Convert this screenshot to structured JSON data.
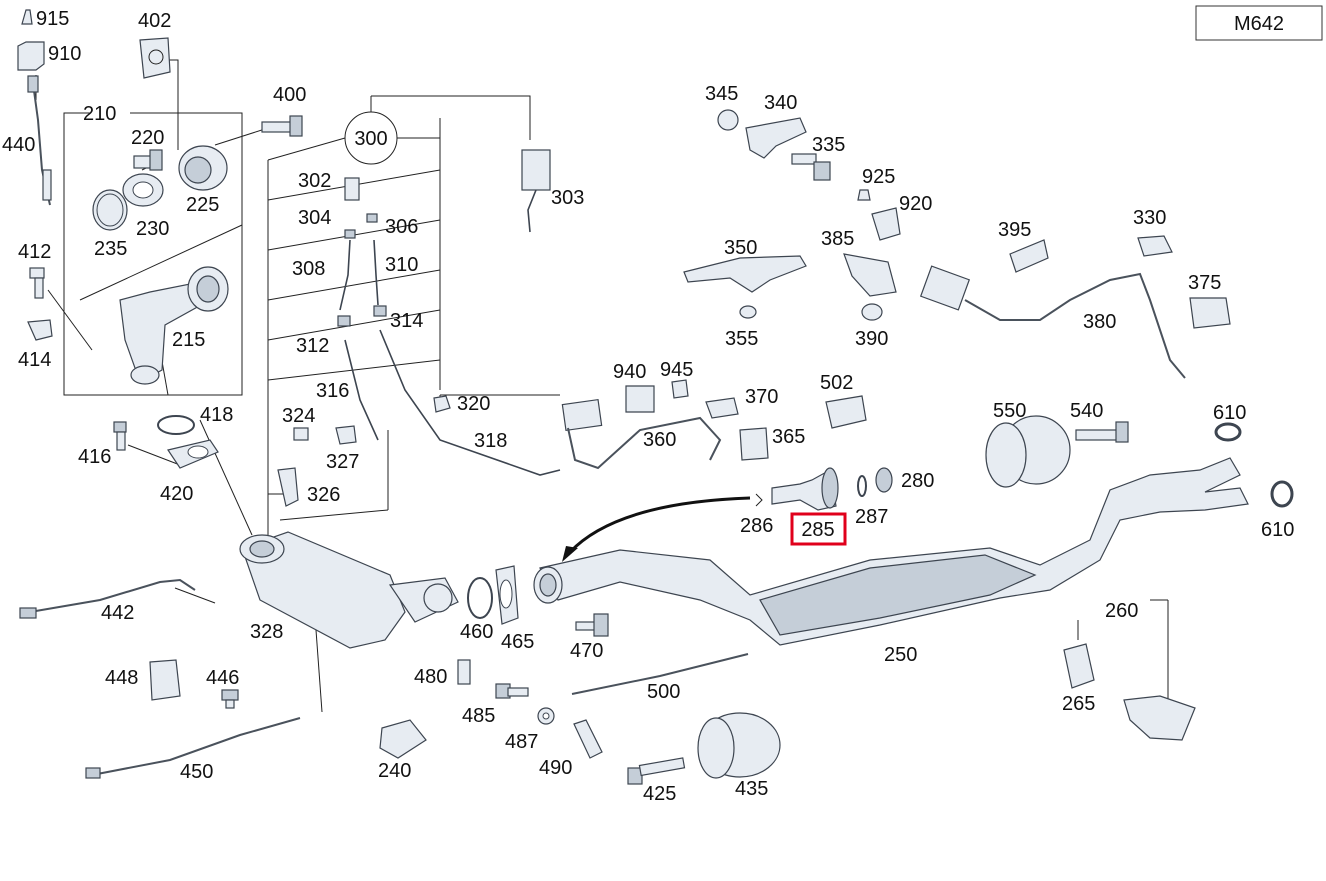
{
  "engine_code": "M642",
  "highlighted_part": "285",
  "labels": {
    "p915": "915",
    "p910": "910",
    "p402": "402",
    "p440": "440",
    "p210": "210",
    "p220": "220",
    "p230": "230",
    "p225": "225",
    "p235": "235",
    "p400": "400",
    "p300": "300",
    "p302": "302",
    "p303": "303",
    "p304": "304",
    "p306": "306",
    "p308": "308",
    "p310": "310",
    "p312": "312",
    "p314": "314",
    "p316": "316",
    "p318": "318",
    "p320": "320",
    "p324": "324",
    "p326": "326",
    "p327": "327",
    "p328": "328",
    "p412": "412",
    "p414": "414",
    "p215": "215",
    "p416": "416",
    "p418": "418",
    "p420": "420",
    "p442": "442",
    "p448": "448",
    "p446": "446",
    "p450": "450",
    "p345": "345",
    "p340": "340",
    "p335": "335",
    "p925": "925",
    "p920": "920",
    "p350": "350",
    "p385": "385",
    "p355": "355",
    "p390": "390",
    "p395": "395",
    "p330": "330",
    "p375": "375",
    "p380": "380",
    "p940": "940",
    "p945": "945",
    "p370": "370",
    "p365": "365",
    "p360": "360",
    "p502": "502",
    "p550": "550",
    "p540": "540",
    "p610a": "610",
    "p610b": "610",
    "p280": "280",
    "p286": "286",
    "p285": "285",
    "p287": "287",
    "p250": "250",
    "p460": "460",
    "p465": "465",
    "p470": "470",
    "p480": "480",
    "p485": "485",
    "p487": "487",
    "p490": "490",
    "p500": "500",
    "p240": "240",
    "p425": "425",
    "p435": "435",
    "p260": "260",
    "p265": "265"
  },
  "colors": {
    "highlight": "#e0001b",
    "part_fill": "#e7ecf2",
    "part_stroke": "#3d4550"
  }
}
